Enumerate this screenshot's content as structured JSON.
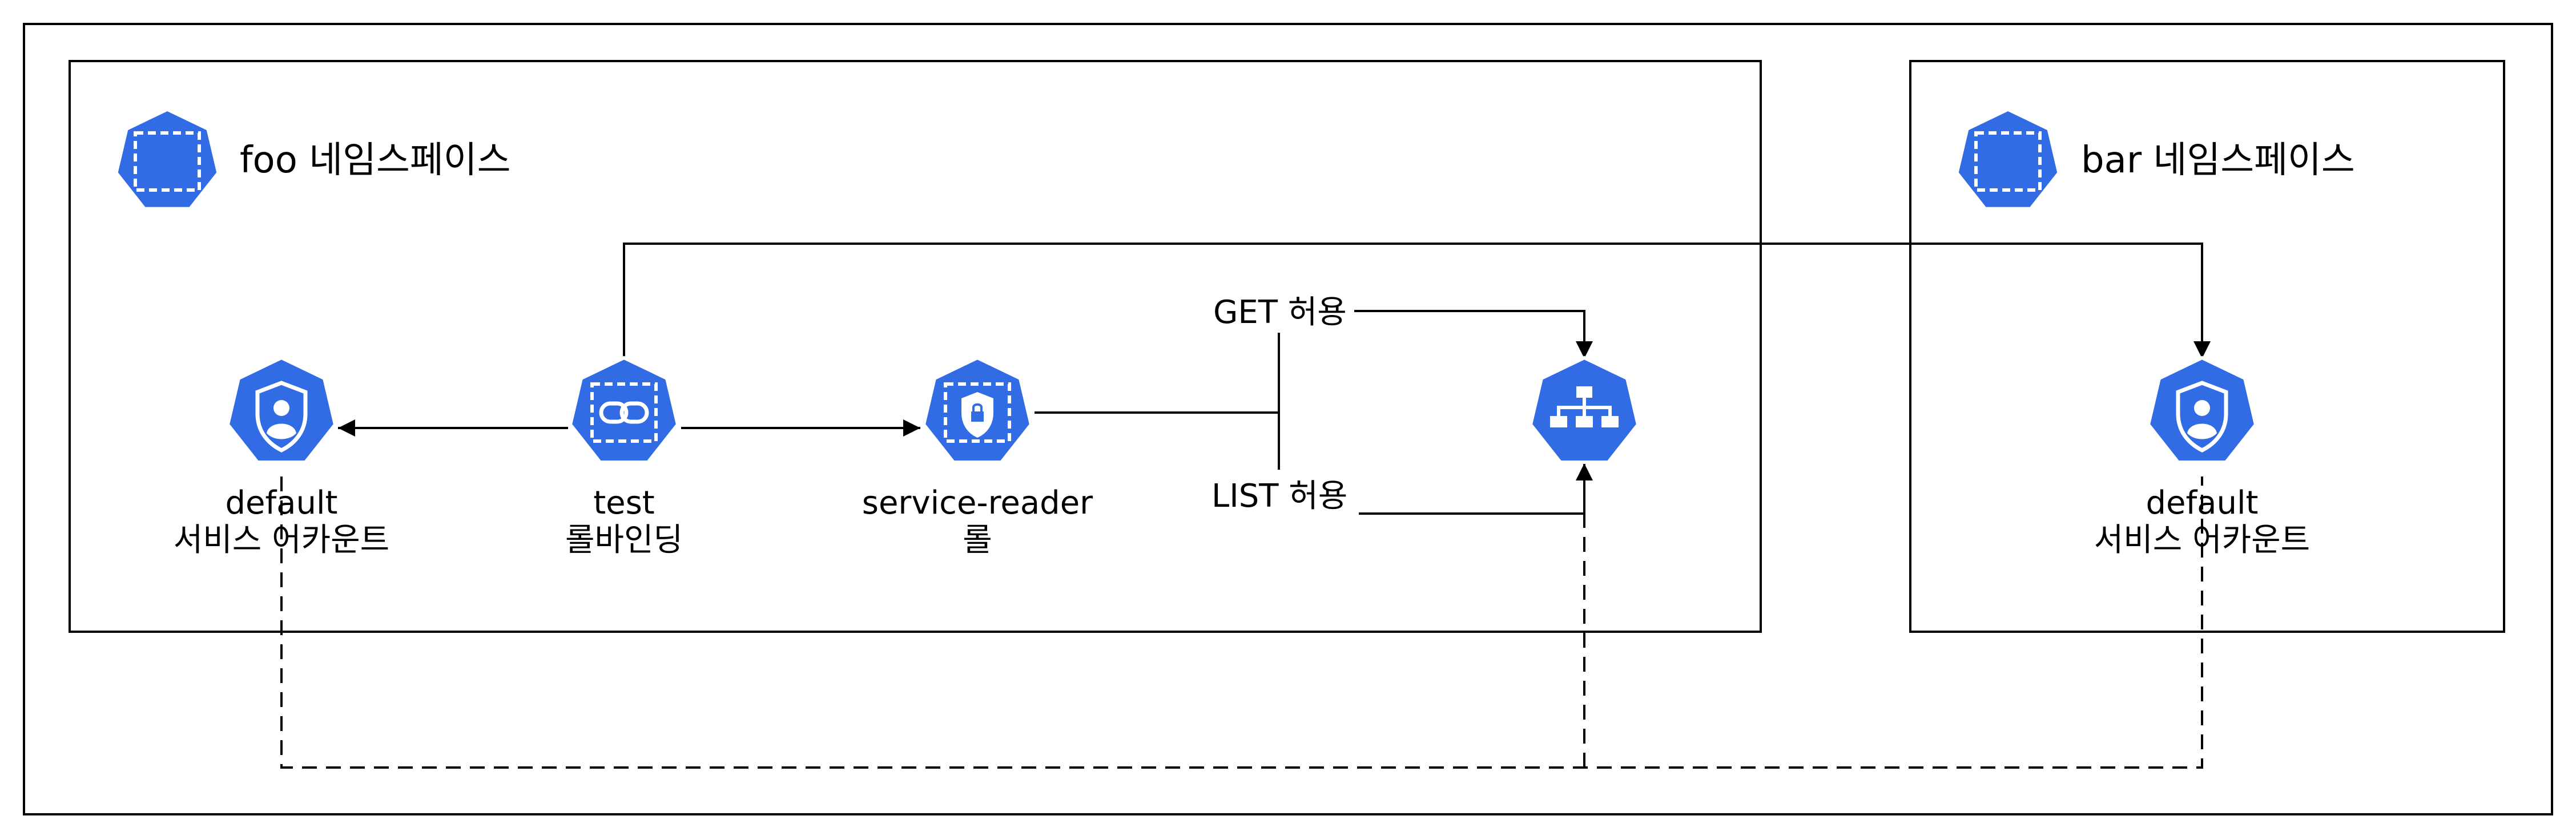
{
  "namespaces": {
    "foo": {
      "label": "foo 네임스페이스"
    },
    "bar": {
      "label": "bar 네임스페이스"
    }
  },
  "nodes": {
    "foo_default_sa": {
      "line1": "default",
      "line2": "서비스 어카운트",
      "icon": "user-shield-icon"
    },
    "test_rolebinding": {
      "line1": "test",
      "line2": "롤바인딩",
      "icon": "link-icon"
    },
    "service_reader_role": {
      "line1": "service-reader",
      "line2": "롤",
      "icon": "lock-shield-icon"
    },
    "api_server": {
      "icon": "network-hierarchy-icon"
    },
    "bar_default_sa": {
      "line1": "default",
      "line2": "서비스 어카운트",
      "icon": "user-shield-icon"
    }
  },
  "edges": {
    "get_label": "GET 허용",
    "list_label": "LIST 허용"
  },
  "colors": {
    "k8s_blue": "#326ce5",
    "icon_white": "#ffffff",
    "line": "#000000"
  }
}
